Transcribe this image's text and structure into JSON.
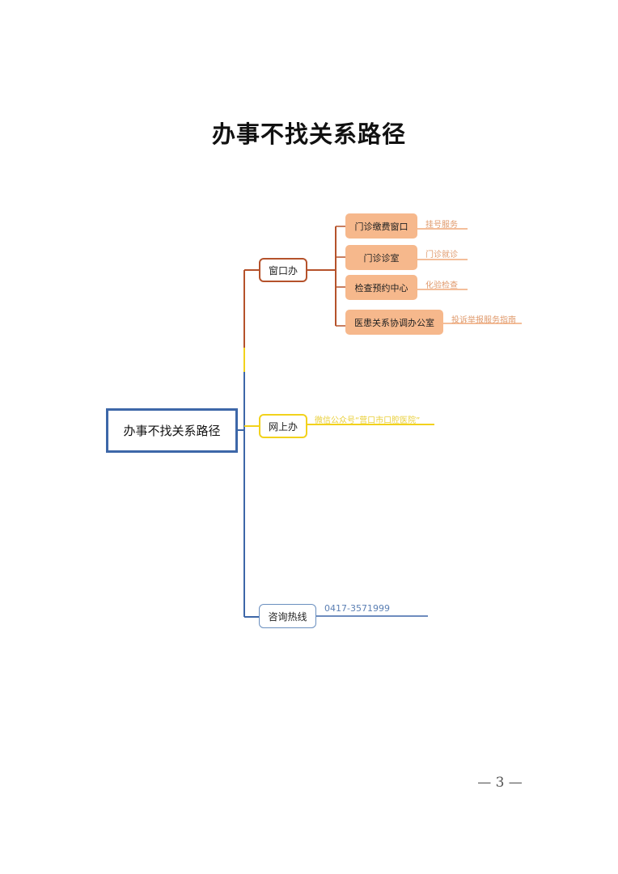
{
  "page": {
    "title": "办事不找关系路径",
    "page_number": "— 3 —"
  },
  "diagram": {
    "root": "办事不找关系路径",
    "branches": {
      "window": {
        "label": "窗口办",
        "color": "#b5522b",
        "items": [
          {
            "label": "门诊缴费窗口",
            "note": "挂号服务"
          },
          {
            "label": "门诊诊室",
            "note": "门诊就诊"
          },
          {
            "label": "检查预约中心",
            "note": "化验检查"
          },
          {
            "label": "医患关系协调办公室",
            "note": "投诉举报服务指南"
          }
        ]
      },
      "online": {
        "label": "网上办",
        "color": "#f2d21c",
        "note": "微信公众号“营口市口腔医院”"
      },
      "hotline": {
        "label": "咨询热线",
        "color": "#3d67a8",
        "note": "0417-3571999"
      }
    }
  }
}
